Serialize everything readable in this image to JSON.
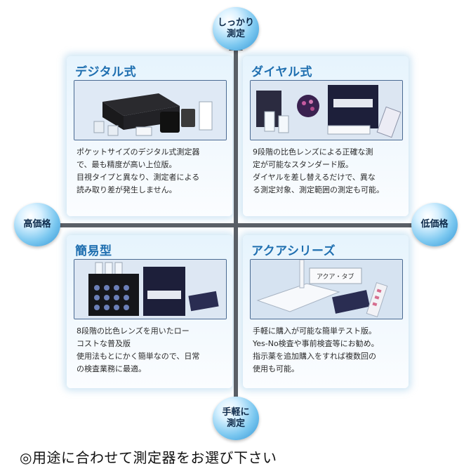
{
  "axis": {
    "top": [
      "しっかり",
      "測定"
    ],
    "bottom": [
      "手軽に",
      "測定"
    ],
    "left": "高価格",
    "right": "低価格"
  },
  "panels": {
    "top_left": {
      "title": "デジタル式",
      "lines": [
        "ポケットサイズのデジタル式測定器",
        "で、最も精度が高い上位版。",
        "目視タイプと異なり、測定者による",
        "読み取り差が発生しません。"
      ]
    },
    "top_right": {
      "title": "ダイヤル式",
      "lines": [
        "9段階の比色レンズによる正確な測",
        "定が可能なスタンダード版。",
        "ダイヤルを差し替えるだけで、異な",
        "る測定対象、測定範囲の測定も可能。"
      ]
    },
    "bottom_left": {
      "title": "簡易型",
      "lines": [
        "8段階の比色レンズを用いたロー",
        "コストな普及版",
        "使用法もとにかく簡単なので、日常",
        "の検査業務に最適。"
      ]
    },
    "bottom_right": {
      "title": "アクアシリーズ",
      "photo_label": "アクア・タブ",
      "lines": [
        "手軽に購入が可能な簡単テスト版。",
        "Yes-No検査や事前検査等にお勧め。",
        "指示薬を追加購入をすれば複数回の",
        "使用も可能。"
      ]
    }
  },
  "caption": "◎用途に合わせて測定器をお選び下さい"
}
